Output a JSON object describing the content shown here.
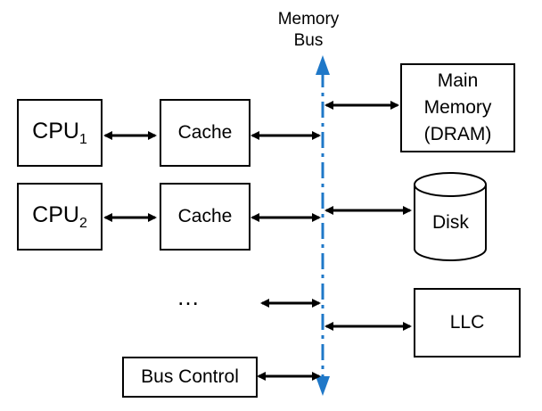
{
  "bus": {
    "label_line1": "Memory",
    "label_line2": "Bus",
    "color": "#1f78c8"
  },
  "cpus": [
    {
      "label": "CPU",
      "subscript": "1"
    },
    {
      "label": "CPU",
      "subscript": "2"
    }
  ],
  "caches": [
    {
      "label": "Cache"
    },
    {
      "label": "Cache"
    }
  ],
  "ellipsis": "…",
  "bus_control": {
    "label": "Bus Control"
  },
  "main_memory": {
    "line1": "Main",
    "line2": "Memory",
    "line3": "(DRAM)"
  },
  "disk": {
    "label": "Disk"
  },
  "llc": {
    "label": "LLC"
  },
  "colors": {
    "stroke": "#000000",
    "bus": "#1f78c8"
  },
  "icons": {
    "arrow": "double-headed-arrow",
    "disk": "cylinder-icon"
  }
}
